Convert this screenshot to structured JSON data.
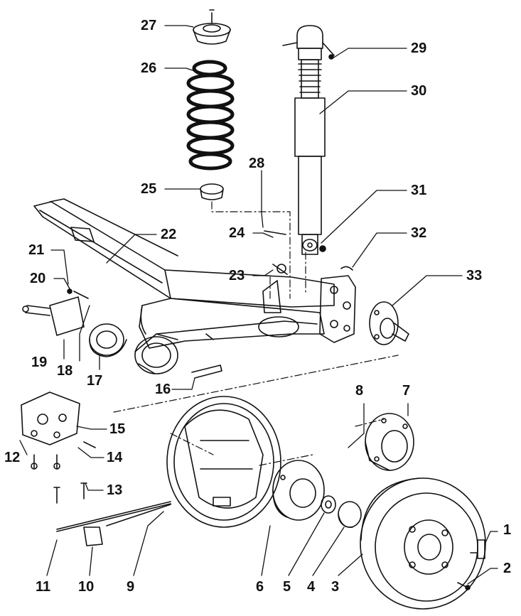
{
  "diagram": {
    "labels": [
      {
        "id": "1",
        "text": "1"
      },
      {
        "id": "2",
        "text": "2"
      },
      {
        "id": "3",
        "text": "3"
      },
      {
        "id": "4",
        "text": "4"
      },
      {
        "id": "5",
        "text": "5"
      },
      {
        "id": "6",
        "text": "6"
      },
      {
        "id": "7",
        "text": "7"
      },
      {
        "id": "8",
        "text": "8"
      },
      {
        "id": "9",
        "text": "9"
      },
      {
        "id": "10",
        "text": "10"
      },
      {
        "id": "11",
        "text": "11"
      },
      {
        "id": "12",
        "text": "12"
      },
      {
        "id": "13",
        "text": "13"
      },
      {
        "id": "14",
        "text": "14"
      },
      {
        "id": "15",
        "text": "15"
      },
      {
        "id": "16",
        "text": "16"
      },
      {
        "id": "17",
        "text": "17"
      },
      {
        "id": "18",
        "text": "18"
      },
      {
        "id": "19",
        "text": "19"
      },
      {
        "id": "20",
        "text": "20"
      },
      {
        "id": "21",
        "text": "21"
      },
      {
        "id": "22",
        "text": "22"
      },
      {
        "id": "23",
        "text": "23"
      },
      {
        "id": "24",
        "text": "24"
      },
      {
        "id": "25",
        "text": "25"
      },
      {
        "id": "26",
        "text": "26"
      },
      {
        "id": "27",
        "text": "27"
      },
      {
        "id": "28",
        "text": "28"
      },
      {
        "id": "29",
        "text": "29"
      },
      {
        "id": "30",
        "text": "30"
      },
      {
        "id": "31",
        "text": "31"
      },
      {
        "id": "32",
        "text": "32"
      },
      {
        "id": "33",
        "text": "33"
      }
    ],
    "line_color": "#111111",
    "background": "#ffffff"
  }
}
